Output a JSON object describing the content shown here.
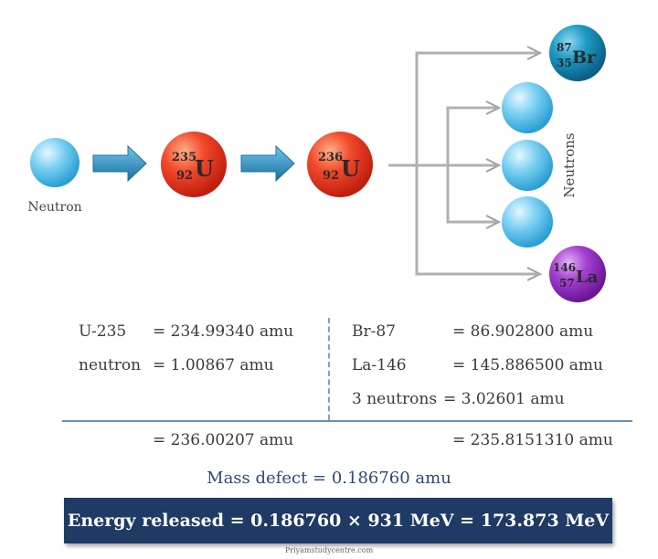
{
  "diagram": {
    "neutron_label": "Neutron",
    "neutrons_label": "Neutrons",
    "u235": {
      "mass_number": "235",
      "atomic_number": "92",
      "symbol": "U"
    },
    "u236": {
      "mass_number": "236",
      "atomic_number": "92",
      "symbol": "U"
    },
    "br87": {
      "mass_number": "87",
      "atomic_number": "35",
      "symbol": "Br"
    },
    "la146": {
      "mass_number": "146",
      "atomic_number": "57",
      "symbol": "La"
    }
  },
  "calculation": {
    "left": {
      "u235": {
        "name": "U-235",
        "value": "= 234.99340 amu"
      },
      "neutron": {
        "name": "neutron",
        "value": "= 1.00867 amu"
      },
      "total": "= 236.00207 amu"
    },
    "right": {
      "br87": {
        "name": "Br-87",
        "value": "= 86.902800 amu"
      },
      "la146": {
        "name": "La-146",
        "value": "= 145.886500 amu"
      },
      "neutrons": {
        "name": "3 neutrons",
        "value": "= 3.02601 amu"
      },
      "total": "= 235.8151310 amu"
    },
    "mass_defect": "Mass defect = 0.186760 amu",
    "energy_released": "Energy released = 0.186760 × 931 MeV = 173.873 MeV"
  },
  "source": "Priyamstudycentre.com",
  "colors": {
    "neutron": "#5cc0ea",
    "uranium": "#ee4422",
    "bromine": "#1c97bf",
    "lanthanum": "#9b36c8",
    "arrow": "#2b8fbf",
    "banner": "#1f3a64"
  }
}
